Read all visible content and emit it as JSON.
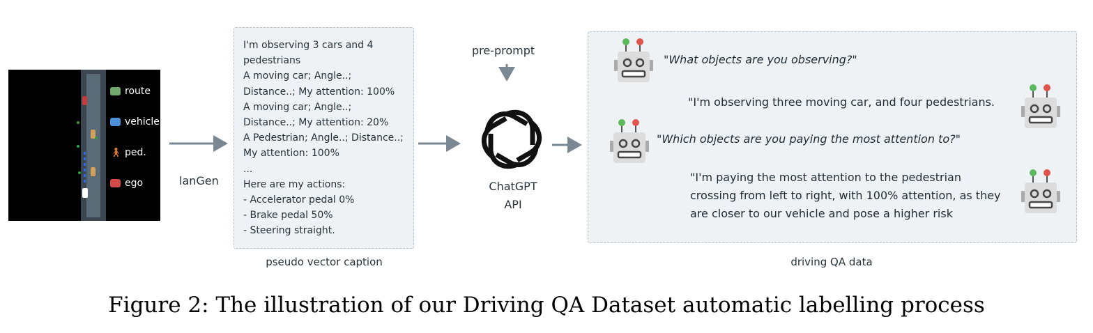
{
  "legend": {
    "route": "route",
    "vehicle": "vehicle",
    "ped": "ped.",
    "ego": "ego"
  },
  "labels": {
    "langen": "lanGen",
    "preprompt": "pre-prompt",
    "chatgpt_line1": "ChatGPT",
    "chatgpt_line2": "API",
    "pseudo_caption": "pseudo vector caption",
    "driving_qa": "driving QA data"
  },
  "caption_lines": [
    "I'm observing 3 cars and 4",
    "pedestrians",
    "A moving car; Angle..;",
    "Distance..; My attention: 100%",
    "A moving car; Angle..;",
    "Distance..; My attention: 20%",
    "A Pedestrian; Angle..; Distance..;",
    "My attention: 100%",
    "...",
    "Here are my actions:",
    "- Accelerator pedal 0%",
    "- Brake pedal 50%",
    "- Steering straight."
  ],
  "qa": {
    "q1": "\"What objects are you observing?\"",
    "a1": "\"I'm observing three moving car, and four pedestrians.",
    "q2": "\"Which objects are you paying the most attention to?\"",
    "a2_line1": "\"I'm paying the most attention to the pedestrian",
    "a2_line2": "crossing from left to right, with 100% attention, as they",
    "a2_line3": "are closer to our vehicle and pose a higher risk"
  },
  "figure_caption": "Figure 2: The illustration of our Driving QA Dataset automatic labelling process",
  "colors": {
    "arrow": "#7a8893",
    "box_fill": "#eef2f5",
    "box_border": "#b6c0c8",
    "robot_body": "#dcdcdc",
    "antenna_green": "#5cb85c",
    "antenna_red": "#e0544b"
  }
}
